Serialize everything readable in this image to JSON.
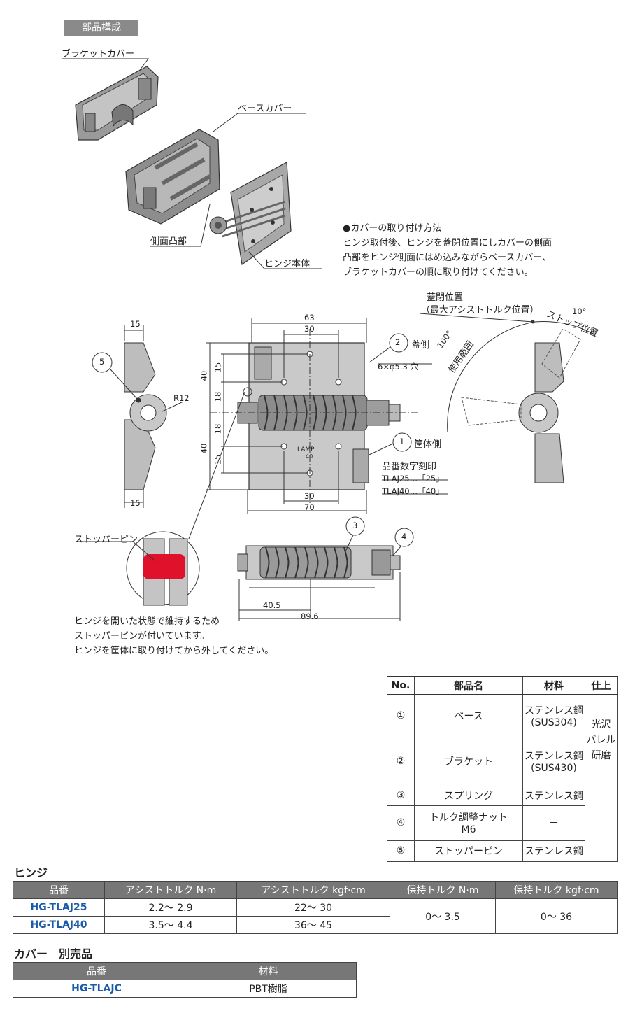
{
  "section_tag": "部品構成",
  "labels": {
    "bracket_cover": "ブラケットカバー",
    "base_cover": "ベースカバー",
    "side_boss": "側面凸部",
    "hinge_body": "ヒンジ本体",
    "cover_howto_title": "●カバーの取り付け方法",
    "cover_howto_lines": [
      "ヒンジ取付後、ヒンジを蓋閉位置にしカバーの側面",
      "凸部をヒンジ側面にはめ込みながらベースカバー、",
      "ブラケットカバーの順に取り付けてください。"
    ],
    "lid_closed": "蓋閉位置",
    "max_assist": "（最大アシストトルク位置）",
    "stop_pos": "ストップ位置",
    "use_range": "使用範囲",
    "deg100": "100°",
    "deg10": "10°",
    "lid_side": "蓋側",
    "holes": "6×φ5.3 穴",
    "cabinet_side": "筐体側",
    "stamp_title": "品番数字刻印",
    "stamp_25": "TLAJ25…「25」",
    "stamp_40": "TLAJ40…「40」",
    "stopper_pin": "ストッパーピン",
    "r12": "R12",
    "stopper_notes": [
      "ヒンジを開いた状態で維持するため",
      "ストッパーピンが付いています。",
      "ヒンジを筐体に取り付けてから外してください。"
    ]
  },
  "dims": {
    "d63": "63",
    "d30a": "30",
    "d30b": "30",
    "d70": "70",
    "d15a": "15",
    "d15b": "15",
    "d18a": "18",
    "d18b": "18",
    "d40a": "40",
    "d40b": "40",
    "d15t": "15",
    "d15bt": "15",
    "d405": "40.5",
    "d896": "89.6",
    "lamp": "LAMP",
    "n40": "40",
    "c1": "1",
    "c2": "2",
    "c3": "3",
    "c4": "4",
    "c5": "5"
  },
  "parts_table": {
    "headers": [
      "No.",
      "部品名",
      "材料",
      "仕上"
    ],
    "rows": [
      {
        "no": "①",
        "name": "ベース",
        "material1": "ステンレス鋼",
        "material2": "(SUS304)"
      },
      {
        "no": "②",
        "name": "ブラケット",
        "material1": "ステンレス鋼",
        "material2": "(SUS430)"
      },
      {
        "no": "③",
        "name": "スプリング",
        "material1": "ステンレス鋼"
      },
      {
        "no": "④",
        "name1": "トルク調整ナット",
        "name2": "M6",
        "material1": "－"
      },
      {
        "no": "⑤",
        "name": "ストッパーピン",
        "material1": "ステンレス鋼"
      }
    ],
    "finish1": [
      "光沢",
      "バレル",
      "研磨"
    ],
    "finish2": "－"
  },
  "hinge_section": {
    "title": "ヒンジ",
    "headers": [
      "品番",
      "アシストトルク N·m",
      "アシストトルク kgf·cm",
      "保持トルク N·m",
      "保持トルク kgf·cm"
    ],
    "rows": [
      {
        "part": "HG-TLAJ25",
        "assist_nm": "2.2～ 2.9",
        "assist_kgf": "22～ 30"
      },
      {
        "part": "HG-TLAJ40",
        "assist_nm": "3.5～ 4.4",
        "assist_kgf": "36～ 45"
      }
    ],
    "hold_nm": "0～ 3.5",
    "hold_kgf": "0～ 36"
  },
  "cover_section": {
    "title": "カバー　別売品",
    "headers": [
      "品番",
      "材料"
    ],
    "rows": [
      {
        "part": "HG-TLAJC",
        "material": "PBT樹脂"
      }
    ]
  }
}
